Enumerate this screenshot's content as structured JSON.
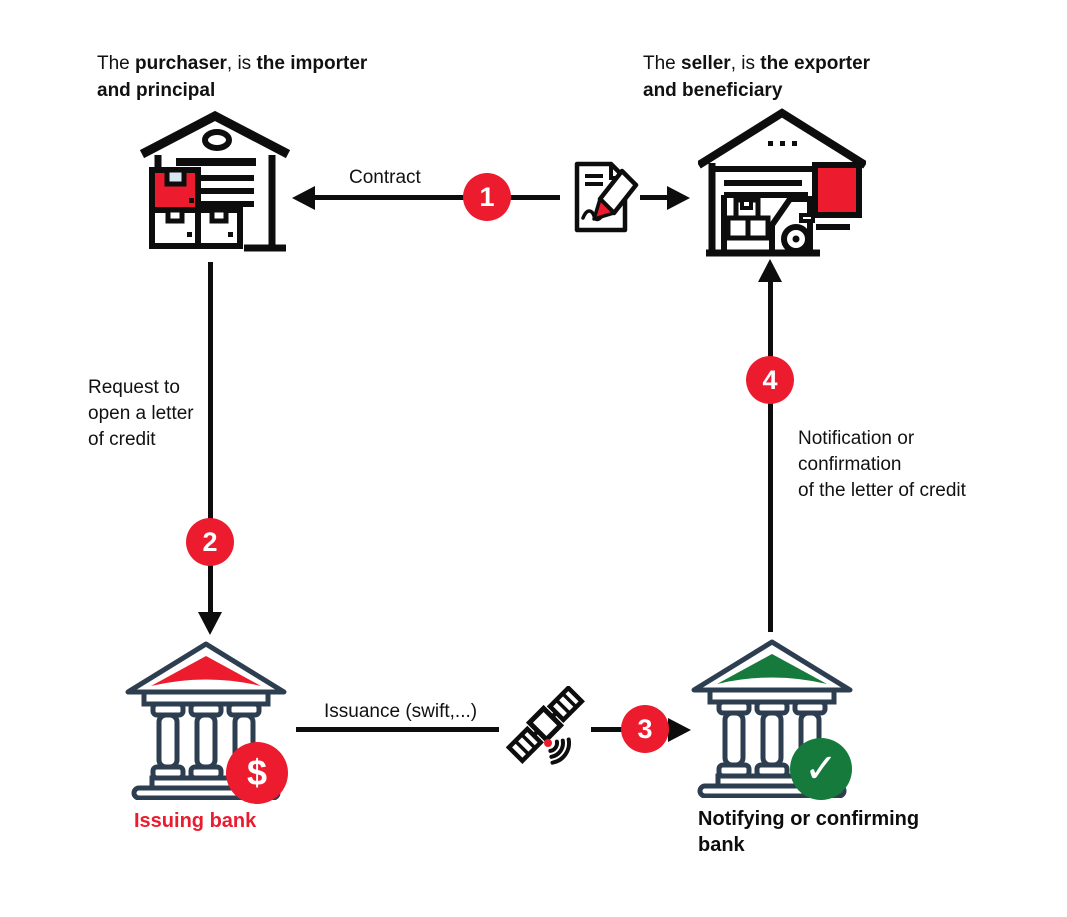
{
  "colors": {
    "red": "#ec1b2e",
    "green": "#157a3c",
    "navy": "#2c3e50",
    "ink": "#0d0d0d",
    "boxblue": "#d8e6f2"
  },
  "actors": {
    "purchaser": {
      "pre": "The ",
      "bold1": "purchaser",
      "mid": ", is ",
      "bold2": "the importer and principal"
    },
    "seller": {
      "pre": "The ",
      "bold1": "seller",
      "mid": ", is ",
      "bold2": "the exporter and beneficiary"
    },
    "issuing_bank": {
      "label": "Issuing bank"
    },
    "notifying_bank": {
      "label": "Notifying or confirming\nbank"
    }
  },
  "steps": [
    {
      "number": "1",
      "label": "Contract"
    },
    {
      "number": "2",
      "label": "Request to\nopen a letter\nof credit"
    },
    {
      "number": "3",
      "label": "Issuance (swift,...)"
    },
    {
      "number": "4",
      "label": "Notification or\nconfirmation\nof the letter of credit"
    }
  ],
  "badges": {
    "dollar": "$",
    "check": "✓"
  },
  "icons": {
    "purchaser": "warehouse-boxes-icon",
    "seller": "warehouse-truck-icon",
    "contract": "signed-document-pen-icon",
    "transmission": "satellite-icon",
    "issuing_bank": "bank-building-icon",
    "notifying_bank": "bank-building-icon"
  }
}
